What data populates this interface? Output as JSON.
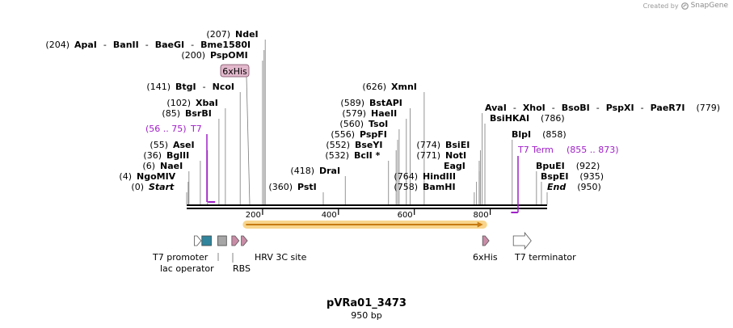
{
  "credit": {
    "prefix": "Created by",
    "brand": "SnapGene"
  },
  "plasmid": {
    "name": "pVRa01_3473",
    "length_label": "950 bp"
  },
  "sequence_length": 950,
  "ruler": {
    "ticks": [
      200,
      400,
      600,
      800
    ]
  },
  "sites": [
    {
      "pos": "(0)",
      "name": "Start",
      "italic": true,
      "site": 0
    },
    {
      "pos": "(4)",
      "name": "NgoMIV",
      "site": 4
    },
    {
      "pos": "(6)",
      "name": "NaeI",
      "site": 6
    },
    {
      "pos": "(36)",
      "name": "BglII",
      "site": 36
    },
    {
      "pos": "(55)",
      "name": "AseI",
      "site": 55
    },
    {
      "pos": "(85)",
      "name": "BsrBI",
      "site": 85
    },
    {
      "pos": "(102)",
      "name": "XbaI",
      "site": 102
    },
    {
      "pos": "(141)",
      "name": "BtgI",
      "site": 141,
      "aliases": [
        "NcoI"
      ]
    },
    {
      "pos": "(200)",
      "name": "PspOMI",
      "site": 200
    },
    {
      "pos": "(204)",
      "name": "ApaI",
      "site": 204,
      "aliases": [
        "BanII",
        "BaeGI",
        "Bme1580I"
      ]
    },
    {
      "pos": "(207)",
      "name": "NdeI",
      "site": 207
    },
    {
      "pos": "(360)",
      "name": "PstI",
      "site": 360
    },
    {
      "pos": "(418)",
      "name": "DraI",
      "site": 418
    },
    {
      "pos": "(532)",
      "name": "BclI *",
      "site": 532
    },
    {
      "pos": "(552)",
      "name": "BseYI",
      "site": 552
    },
    {
      "pos": "(556)",
      "name": "PspFI",
      "site": 556
    },
    {
      "pos": "(560)",
      "name": "TsoI",
      "site": 560
    },
    {
      "pos": "(579)",
      "name": "HaeII",
      "site": 579
    },
    {
      "pos": "(589)",
      "name": "BstAPI",
      "site": 589
    },
    {
      "pos": "(626)",
      "name": "XmnI",
      "site": 626
    },
    {
      "pos": "(758)",
      "name": "BamHI",
      "site": 758
    },
    {
      "pos": "(764)",
      "name": "HindIII",
      "site": 764
    },
    {
      "pos": "",
      "name": "EagI",
      "site": 771
    },
    {
      "pos": "(771)",
      "name": "NotI",
      "site": 771
    },
    {
      "pos": "(774)",
      "name": "BsiEI",
      "site": 774
    },
    {
      "pos": "(786)",
      "name": "BsiHKAI",
      "site": 786,
      "pos_after": true
    },
    {
      "pos": "(779)",
      "name": "AvaI",
      "site": 779,
      "pos_after": true,
      "aliases": [
        "XhoI",
        "BsoBI",
        "PspXI",
        "PaeR7I"
      ]
    },
    {
      "pos": "(858)",
      "name": "BlpI",
      "site": 858,
      "pos_after": true
    },
    {
      "pos": "(922)",
      "name": "BpuEI",
      "site": 922,
      "pos_after": true
    },
    {
      "pos": "(935)",
      "name": "BspEI",
      "site": 935,
      "pos_after": true
    },
    {
      "pos": "(950)",
      "name": "End",
      "site": 950,
      "pos_after": true,
      "italic": true
    }
  ],
  "primers": [
    {
      "name": "T7",
      "range": "(56 .. 75)",
      "color": "#a020c8",
      "start": 56,
      "end": 75
    },
    {
      "name": "T7 Term",
      "range": "(855 .. 873)",
      "color": "#a020c8",
      "start": 855,
      "end": 873
    }
  ],
  "tag_box": {
    "label": "6xHis",
    "fill": "#e2b8cc",
    "stroke": "#7a4a60"
  },
  "orf": {
    "start": 152,
    "end": 779,
    "color": "#c77a10",
    "glow": "#f6c766"
  },
  "features": [
    {
      "name": "T7 promoter",
      "start": 20,
      "end": 38,
      "shape": "arrow",
      "fill": "#ffffff"
    },
    {
      "name": "lac operator",
      "start": 40,
      "end": 65,
      "shape": "box",
      "fill": "#31859c"
    },
    {
      "name": "RBS",
      "start": 82,
      "end": 105,
      "shape": "box",
      "fill": "#a6a6a6"
    },
    {
      "name": "HRV 3C site",
      "start": 119,
      "end": 138,
      "shape": "arrow",
      "fill": "#c98ca6"
    },
    {
      "name": "6xHis",
      "start": 144,
      "end": 160,
      "shape": "arrow",
      "fill": "#c98ca6"
    },
    {
      "name": "6xHis",
      "start": 780,
      "end": 797,
      "shape": "arrow",
      "fill": "#c98ca6"
    },
    {
      "name": "T7 terminator",
      "start": 861,
      "end": 908,
      "shape": "arrow",
      "fill": "#ffffff"
    }
  ],
  "feature_labels": [
    {
      "text": "T7 promoter"
    },
    {
      "text": "lac operator"
    },
    {
      "text": "RBS"
    },
    {
      "text": "HRV 3C site"
    },
    {
      "text": "6xHis"
    },
    {
      "text": "T7 terminator"
    }
  ]
}
